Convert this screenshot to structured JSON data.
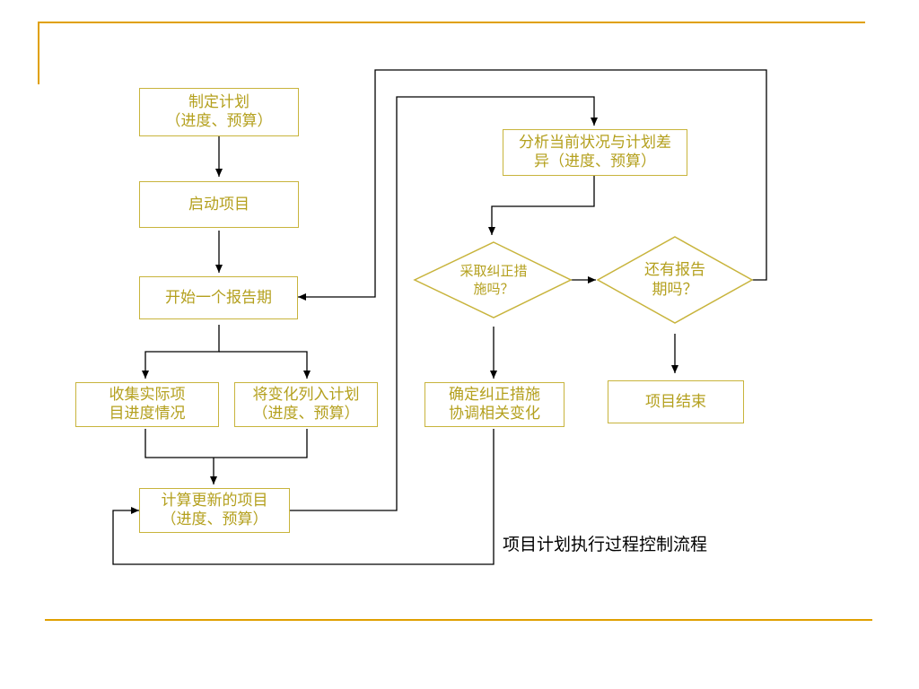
{
  "nodes": {
    "make_plan": {
      "line1": "制定计划",
      "line2": "（进度、预算）"
    },
    "start_project": {
      "line1": "启动项目"
    },
    "start_period": {
      "line1": "开始一个报告期"
    },
    "collect_progress": {
      "line1": "收集实际项",
      "line2": "目进度情况"
    },
    "add_changes": {
      "line1": "将变化列入计划",
      "line2": "（进度、预算）"
    },
    "compute_update": {
      "line1": "计算更新的项目",
      "line2": "（进度、预算）"
    },
    "analyze_variance": {
      "line1": "分析当前状况与计划差",
      "line2": "异（进度、预算）"
    },
    "decision_corrective": {
      "line1": "采取纠正措",
      "line2": "施吗？"
    },
    "decision_more_periods": {
      "line1": "还有报告",
      "line2": "期吗？"
    },
    "confirm_corrective": {
      "line1": "确定纠正措施",
      "line2": "协调相关变化"
    },
    "project_end": {
      "line1": "项目结束"
    }
  },
  "caption": "项目计划执行过程控制流程",
  "colors": {
    "accent_rule": "#e0a000",
    "node_border": "#c8b43c",
    "node_text": "#b4a01e",
    "connector": "#000000"
  }
}
